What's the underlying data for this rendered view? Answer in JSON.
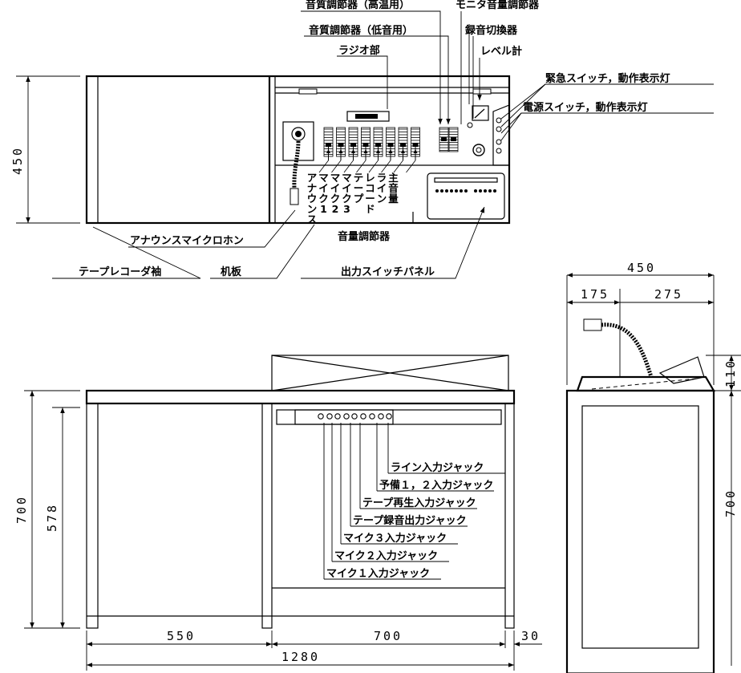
{
  "front": {
    "labels": {
      "tone_high": "音質調節器（高温用）",
      "tone_low": "音質調節器（低音用）",
      "monitor_vol": "モニタ音量調節器",
      "rec_switch": "録音切換器",
      "level_meter": "レベル計",
      "radio": "ラジオ部",
      "emergency": "緊急スイッチ，動作表示灯",
      "power": "電源スイッチ，動作表示灯",
      "announce_mic": "アナウンスマイクロホン",
      "vol_ctrl": "音量調節器",
      "tape_sleeve": "テープレコーダ袖",
      "desk_top": "机板",
      "output_panel": "出力スイッチパネル"
    },
    "fader_names": [
      "アナウンス",
      "マイク1",
      "マイク2",
      "マイク3",
      "テープ",
      "レコード",
      "ライン",
      "主音量"
    ],
    "dim_height": "450"
  },
  "side": {
    "dim_width": "450",
    "dim_a": "175",
    "dim_b": "275",
    "dim_top": "110",
    "dim_height": "700"
  },
  "plan": {
    "jacks": [
      "ライン入力ジャック",
      "予備１，２入力ジャック",
      "テープ再生入力ジャック",
      "テープ録音出力ジャック",
      "マイク３入力ジャック",
      "マイク２入力ジャック",
      "マイク１入力ジャック"
    ],
    "dim_height": "700",
    "dim_inner": "578",
    "dim_left": "550",
    "dim_mid": "700",
    "dim_right": "30",
    "dim_total": "1280"
  }
}
